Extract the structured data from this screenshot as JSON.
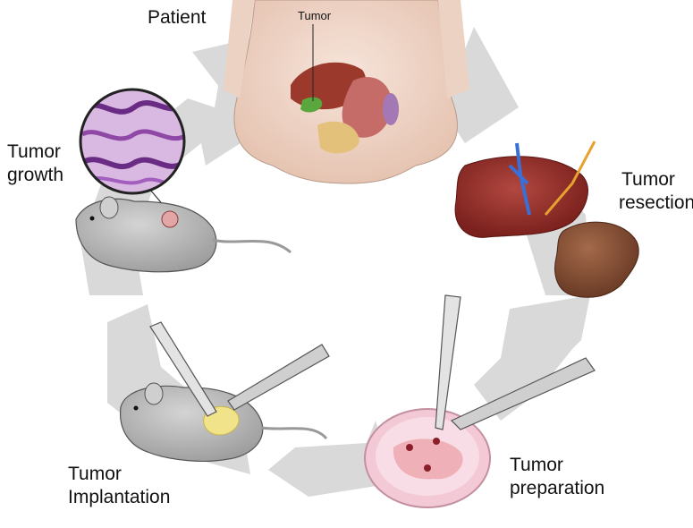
{
  "labels": {
    "patient": "Patient",
    "tumor_pointer": "Tumor",
    "tumor_growth": [
      "Tumor",
      "growth"
    ],
    "tumor_resection": [
      "Tumor",
      "resection"
    ],
    "tumor_preparation": [
      "Tumor",
      "preparation"
    ],
    "tumor_implantation": [
      "Tumor",
      "Implantation"
    ]
  },
  "colors": {
    "cycle_arrow": "#d9d9d9",
    "skin": "#f1dcd0",
    "liver": "#8f2a25",
    "mouse": "#bdbdbd",
    "implant": "#f1e38a",
    "dish": "#f3c9d6",
    "histology": "#9a55a8"
  }
}
